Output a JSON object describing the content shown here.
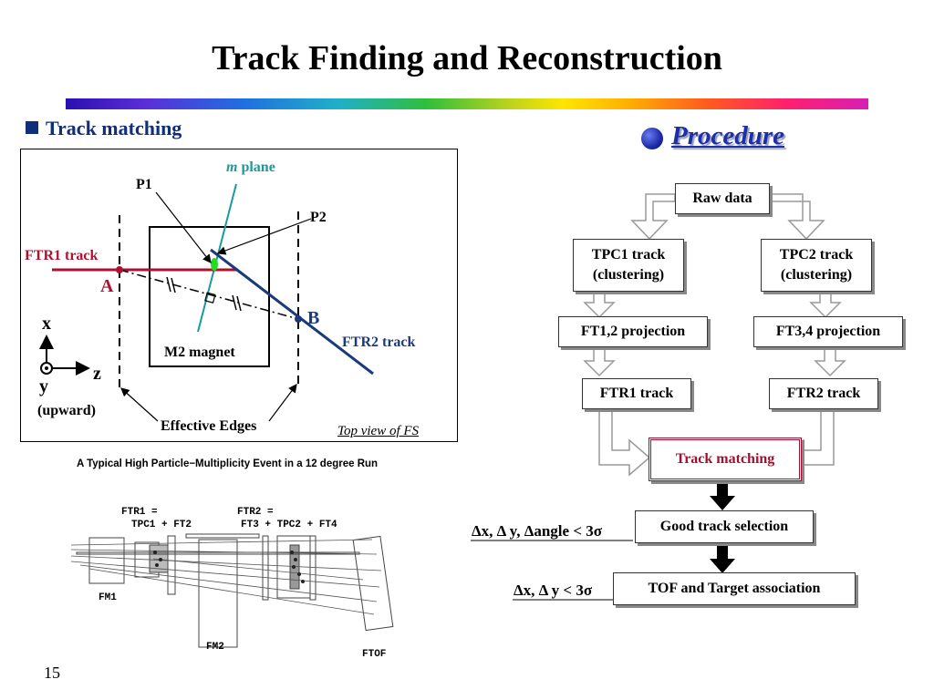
{
  "title": "Track Finding and Reconstruction",
  "section_heading": "Track matching",
  "procedure_label": "Procedure",
  "diagram": {
    "m_italic": "m",
    "m_plane": " plane",
    "p1": "P1",
    "p2": "P2",
    "ftr1_track": "FTR1 track",
    "ftr2_track": "FTR2 track",
    "point_a": "A",
    "point_b": "B",
    "axis_x": "x",
    "axis_z": "z",
    "axis_y": "y",
    "upward": "(upward)",
    "magnet": "M2 magnet",
    "effective_edges": "Effective Edges",
    "top_view": "Top view of FS"
  },
  "event": {
    "title": "A Typical High Particle−Multiplicity Event in a 12 degree Run",
    "ftr1_line1": "FTR1 =",
    "ftr1_line2": "TPC1 + FT2",
    "ftr2_line1": "FTR2 =",
    "ftr2_line2": "FT3 + TPC2 + FT4",
    "fm1": "FM1",
    "fm2": "FM2",
    "ftof": "FTOF"
  },
  "flow": {
    "raw_data": "Raw data",
    "tpc1_line1": "TPC1 track",
    "tpc1_line2": "(clustering)",
    "tpc2_line1": "TPC2 track",
    "tpc2_line2": "(clustering)",
    "ft12": "FT1,2 projection",
    "ft34": "FT3,4 projection",
    "ftr1": "FTR1 track",
    "ftr2": "FTR2 track",
    "track_matching": "Track matching",
    "good_track": "Good track selection",
    "tof_target": "TOF and Target association",
    "cond1": "Δx, Δ y, Δangle < 3σ",
    "cond2": "Δx, Δ y < 3σ"
  },
  "colors": {
    "heading_blue": "#0f2f7a",
    "ftr1_red": "#b01030",
    "ftr2_blue": "#1a3a7a",
    "m_plane_teal": "#1a9a9a",
    "track_matching_border": "#a01030"
  },
  "page_number": "15"
}
